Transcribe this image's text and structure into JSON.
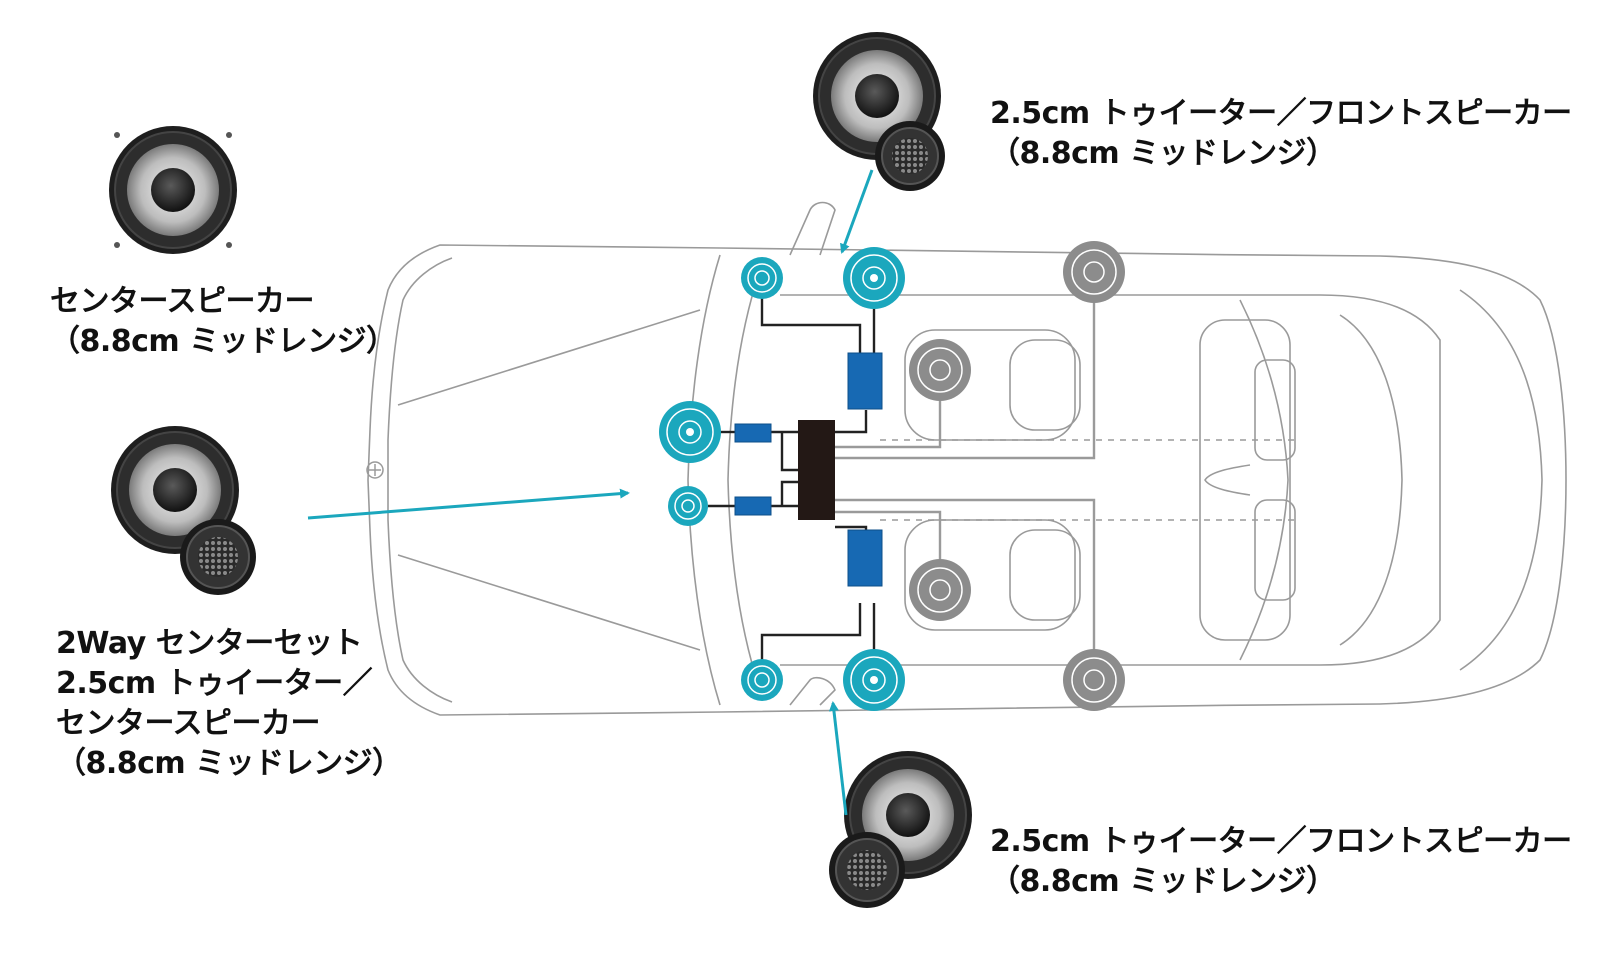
{
  "labels": {
    "center_speaker": {
      "line1": "センタースピーカー",
      "line2": "（8.8cm ミッドレンジ）"
    },
    "two_way_center": {
      "line1": "2Way センターセット",
      "line2": "2.5cm トゥイーター／",
      "line3": "センタースピーカー",
      "line4": "（8.8cm ミッドレンジ）"
    },
    "front_top": {
      "line1": "2.5cm トゥイーター／フロントスピーカー",
      "line2": "（8.8cm ミッドレンジ）"
    },
    "front_bottom": {
      "line1": "2.5cm トゥイーター／フロントスピーカー",
      "line2": "（8.8cm ミッドレンジ）"
    }
  },
  "colors": {
    "accent": "#1ba7bd",
    "processor": "#231815",
    "network_box": "#1769b3",
    "speaker_gray": "#8c8c8c",
    "car_outline": "#9a9a9a",
    "wire": "#222222",
    "wire_gray": "#9a9a9a"
  },
  "icons": [
    "midrange-speaker-icon",
    "tweeter-icon",
    "hood-emblem-icon"
  ]
}
